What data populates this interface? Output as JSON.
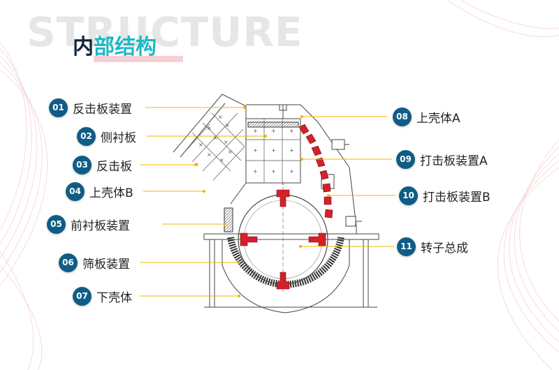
{
  "watermark": "STRUCTURE",
  "title": {
    "part1": "内",
    "part2": "部结构"
  },
  "labels_left": [
    {
      "num": "01",
      "text": "反击板装置"
    },
    {
      "num": "02",
      "text": "侧衬板"
    },
    {
      "num": "03",
      "text": "反击板"
    },
    {
      "num": "04",
      "text": "上壳体B"
    },
    {
      "num": "05",
      "text": "前衬板装置"
    },
    {
      "num": "06",
      "text": "筛板装置"
    },
    {
      "num": "07",
      "text": "下壳体"
    }
  ],
  "labels_right": [
    {
      "num": "08",
      "text": "上壳体A"
    },
    {
      "num": "09",
      "text": "打击板装置A"
    },
    {
      "num": "10",
      "text": "打击板装置B"
    },
    {
      "num": "11",
      "text": "转子总成"
    }
  ],
  "colors": {
    "badge": "#0f5d85",
    "accent": "#1db9c7",
    "leader": "#f0b400",
    "part_red": "#d4202c"
  }
}
